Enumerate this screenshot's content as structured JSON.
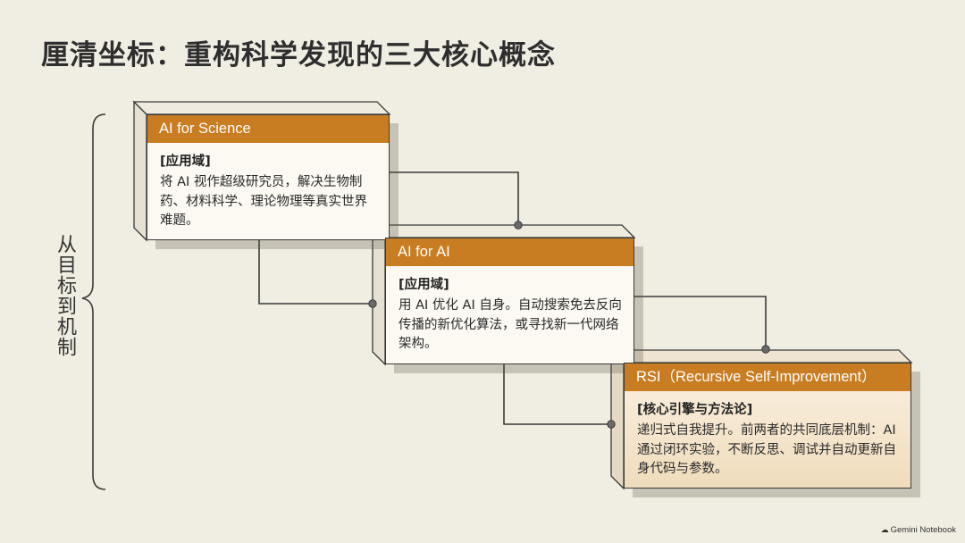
{
  "title": "厘清坐标：重构科学发现的三大核心概念",
  "side_label": "从目标到机制",
  "boxes": [
    {
      "header": "AI for Science",
      "tag": "[应用域]",
      "text": "将 AI 视作超级研究员，解决生物制药、材料科学、理论物理等真实世界难题。"
    },
    {
      "header": "AI for AI",
      "tag": "[应用域]",
      "text": "用 AI 优化 AI 自身。自动搜索免去反向传播的新优化算法，或寻找新一代网络架构。"
    },
    {
      "header": "RSI（Recursive Self-Improvement）",
      "tag": "[核心引擎与方法论]",
      "text": "递归式自我提升。前两者的共同底层机制：AI 通过闭环实验，不断反思、调试并自动更新自身代码与参数。"
    }
  ],
  "watermark": "Gemini Notebook",
  "colors": {
    "background": "#f0ede2",
    "header": "#c97d22",
    "line": "#3a3a3a"
  }
}
